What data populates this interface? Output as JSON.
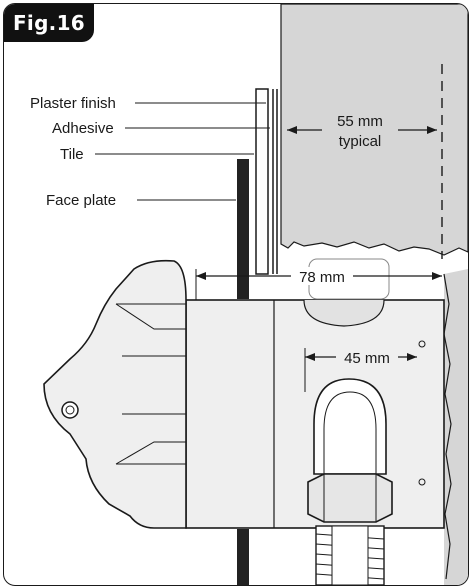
{
  "figure": {
    "label": "Fig.16"
  },
  "labels": {
    "plaster_finish": "Plaster finish",
    "adhesive": "Adhesive",
    "tile": "Tile",
    "face_plate": "Face plate"
  },
  "dimensions": {
    "wall_depth_line1": "55 mm",
    "wall_depth_line2": "typical",
    "body_length": "78 mm",
    "outlet_offset": "45 mm"
  },
  "colors": {
    "wall_fill": "#d6d6d6",
    "body_fill": "#efefef",
    "dark_fill": "#222222",
    "line": "#1a1a1a"
  }
}
